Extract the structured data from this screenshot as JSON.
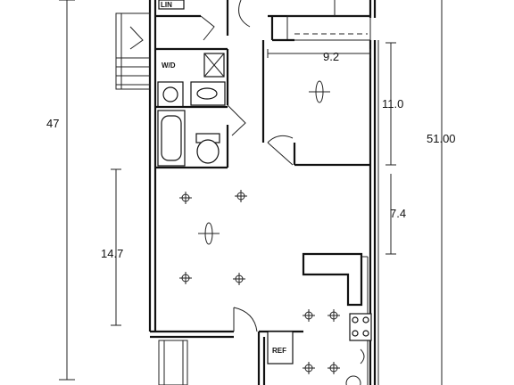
{
  "dimensions": {
    "overall_left": "47",
    "overall_right": "51.00",
    "bedroom_width": "9.2",
    "bedroom_depth": "11.0",
    "kitchen_depth": "7.4",
    "living_depth": "14.7"
  },
  "labels": {
    "washer_dryer": "W/D",
    "refrigerator": "REF",
    "linen": "LIN"
  },
  "colors": {
    "line": "#111111",
    "background": "#ffffff"
  }
}
